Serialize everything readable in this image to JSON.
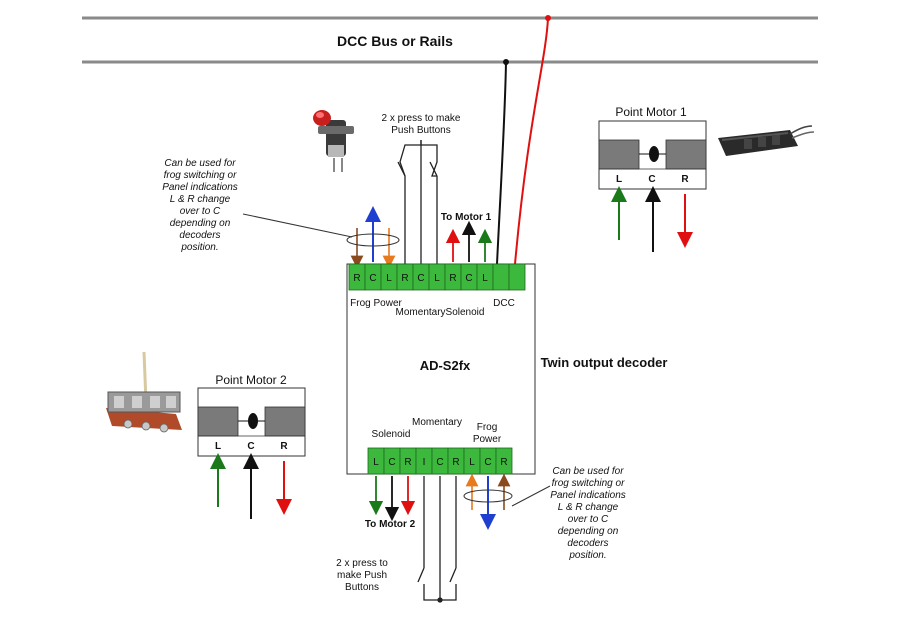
{
  "bus": {
    "label": "DCC Bus or Rails"
  },
  "top_push_note": [
    "2 x press to make",
    "Push Buttons"
  ],
  "bottom_push_note": [
    "2 x press to",
    "make Push",
    "Buttons"
  ],
  "left_note": [
    "Can be used for",
    "frog switching or",
    "Panel indications",
    "L & R change",
    "over to C",
    "depending on",
    "decoders",
    "position."
  ],
  "right_note": [
    "Can be used for",
    "frog switching or",
    "Panel indications",
    "L & R change",
    "over to C",
    "depending on",
    "decoders",
    "position."
  ],
  "decoder": {
    "name": "AD-S2fx",
    "description": "Twin output decoder",
    "top_terminals": [
      "R",
      "C",
      "L",
      "R",
      "C",
      "L",
      "R",
      "C",
      "L",
      "",
      ""
    ],
    "bottom_terminals": [
      "L",
      "C",
      "R",
      "I",
      "C",
      "R",
      "L",
      "C",
      "R"
    ],
    "top_labels": {
      "frog": "Frog Power",
      "momentary_solenoid": "MomentarySolenoid",
      "dcc": "DCC"
    },
    "bottom_labels": {
      "solenoid": "Solenoid",
      "momentary": "Momentary",
      "frog_line1": "Frog",
      "frog_line2": "Power"
    },
    "to_motor_1": "To Motor 1",
    "to_motor_2": "To Motor 2"
  },
  "motor1": {
    "title": "Point Motor 1",
    "terminals": [
      "L",
      "C",
      "R"
    ]
  },
  "motor2": {
    "title": "Point Motor 2",
    "terminals": [
      "L",
      "C",
      "R"
    ]
  },
  "colors": {
    "green": "#1a7a1a",
    "red": "#e01010",
    "black": "#111111",
    "blue": "#1f3fd0",
    "orange": "#e87a1e",
    "brown": "#8a4a1e",
    "bus": "#8a8a8a"
  }
}
